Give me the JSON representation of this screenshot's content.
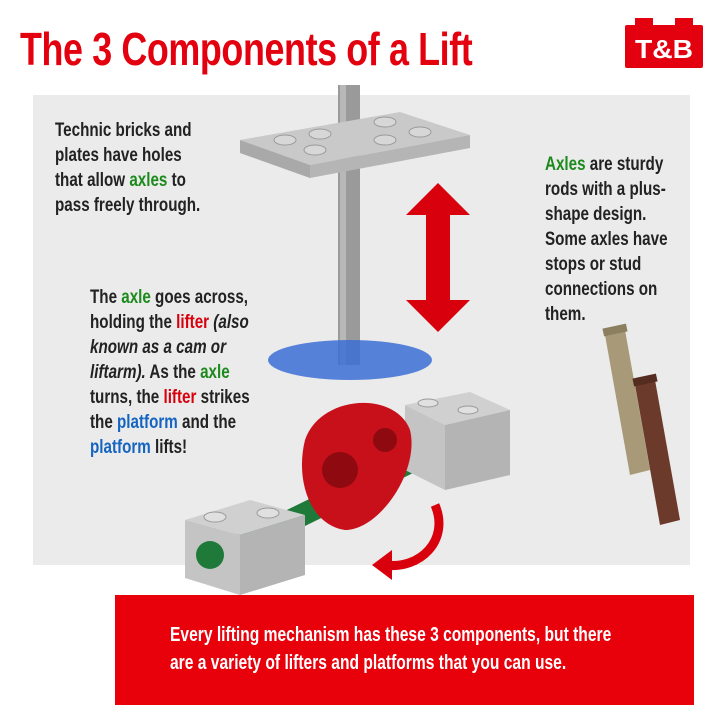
{
  "title": "The 3 Components of a Lift",
  "logo": {
    "text": "T&B",
    "color": "#e3000f"
  },
  "left_text": {
    "l1": "Technic bricks and",
    "l2": "plates have holes",
    "l3a": "that allow ",
    "l3b": "axles",
    "l3c": " to",
    "l4": "pass freely through."
  },
  "middle_text": {
    "l1a": "The ",
    "l1b": "axle",
    "l1c": " goes across,",
    "l2a": "holding the ",
    "l2b": "lifter",
    "l2c": " (also",
    "l3": "known as a cam or",
    "l4a": "liftarm).",
    "l4b": " As the ",
    "l4c": "axle",
    "l5a": "turns, the ",
    "l5b": "lifter",
    "l5c": " strikes",
    "l6a": "the ",
    "l6b": "platform",
    "l6c": " and the",
    "l7a": "platform",
    "l7b": " lifts!"
  },
  "right_text": {
    "l1a": "Axles",
    "l1b": " are sturdy",
    "l2": "rods with a plus-",
    "l3": "shape design.",
    "l4": "Some axles have",
    "l5": "stops or stud",
    "l6": "connections on",
    "l7": "them."
  },
  "footer": {
    "l1": "Every lifting mechanism has these 3 components, but there",
    "l2": "are a variety of lifters and platforms that you can use."
  },
  "colors": {
    "red": "#e3000f",
    "green": "#1d8a1d",
    "blue": "#1565c0",
    "panel": "#ebebeb"
  }
}
